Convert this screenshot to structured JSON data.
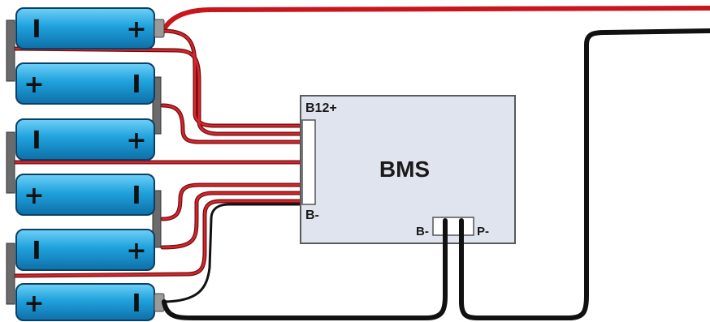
{
  "diagram": {
    "bms": {
      "title": "BMS",
      "balance_top_label": "B12+",
      "balance_bottom_label": "B-",
      "out_left_label": "B-",
      "out_right_label": "P-"
    },
    "cells": [
      {
        "left": "I",
        "right": "+"
      },
      {
        "left": "+",
        "right": "I"
      },
      {
        "left": "I",
        "right": "+"
      },
      {
        "left": "+",
        "right": "I"
      },
      {
        "left": "I",
        "right": "+"
      },
      {
        "left": "+",
        "right": "I"
      }
    ],
    "colors": {
      "positive_wire": "#c8161d",
      "negative_wire": "#111111",
      "cell_body": "#1f9ed9",
      "bms_board": "#dfe4ee"
    }
  }
}
